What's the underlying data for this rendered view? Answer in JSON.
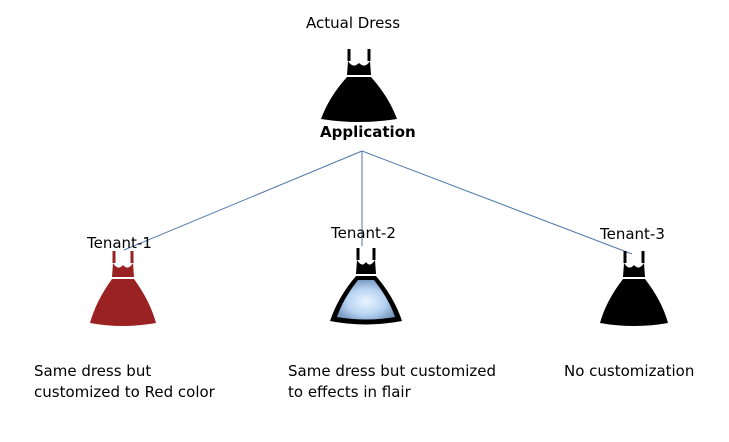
{
  "diagram": {
    "root": {
      "title": "Actual Dress",
      "subtitle": "Application",
      "dress_color": "#000000"
    },
    "tenants": [
      {
        "label": "Tenant-1",
        "description_line1": "Same dress but",
        "description_line2": "customized to Red color",
        "dress_color": "#9b2222",
        "effect": "none"
      },
      {
        "label": "Tenant-2",
        "description_line1": "Same dress but customized",
        "description_line2": "to effects in flair",
        "dress_color": "#c9e2f7",
        "effect": "glow"
      },
      {
        "label": "Tenant-3",
        "description_line1": "No customization",
        "description_line2": "",
        "dress_color": "#000000",
        "effect": "none"
      }
    ],
    "connector_color": "#4f77a8"
  }
}
